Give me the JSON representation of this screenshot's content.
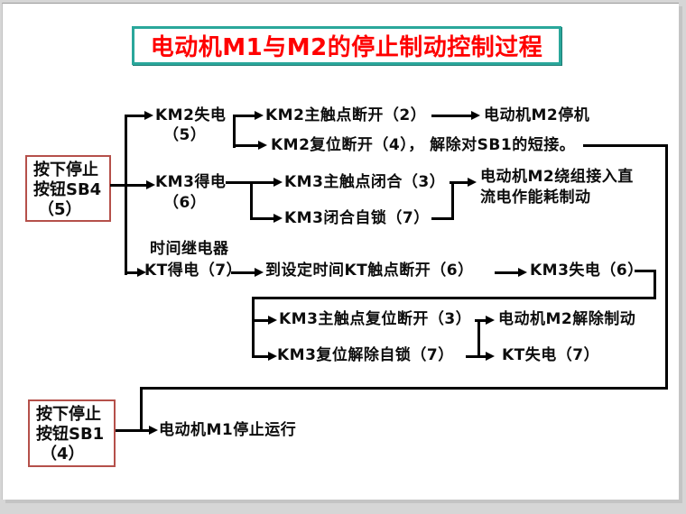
{
  "title": "电动机M1与M2的停止制动控制过程",
  "boxes": {
    "sb4": {
      "line1": "按下停止",
      "line2": "按钮SB4",
      "line3": "（5）"
    },
    "sb1": {
      "line1": "按下停止",
      "line2": "按钮SB1",
      "line3": "（4）"
    }
  },
  "nodes": {
    "km2_loss": "KM2失电",
    "km2_loss_num": "（5）",
    "km2_main_open": "KM2主触点断开（2）",
    "m2_stop": "电动机M2停机",
    "km2_reset": "KM2复位断开（4）， 解除对SB1的短接。",
    "km3_gain": "KM3得电",
    "km3_gain_num": "（6）",
    "km3_main_close": "KM3主触点闭合（3）",
    "km3_selflock": "KM3闭合自锁（7）",
    "m2_brake_line1": "电动机M2绕组接入直",
    "m2_brake_line2": "流电作能耗制动",
    "kt_relay_line1": "时间继电器",
    "kt_relay_line2": "KT得电（7）",
    "kt_timeout": "到设定时间KT触点断开（6）",
    "km3_loss": "KM3失电（6）",
    "km3_main_reset": "KM3主触点复位断开（3）",
    "m2_release": "电动机M2解除制动",
    "km3_unlock": "KM3复位解除自锁（7）",
    "kt_loss": "KT失电（7）",
    "m1_stop": "电动机M1停止运行"
  },
  "colors": {
    "title_text": "#ff0000",
    "title_border": "#2aa79b",
    "red_box_border": "#b5504a",
    "line": "#000000",
    "slide_bg": "#ffffff",
    "page_bg": "#d6d6d6"
  }
}
